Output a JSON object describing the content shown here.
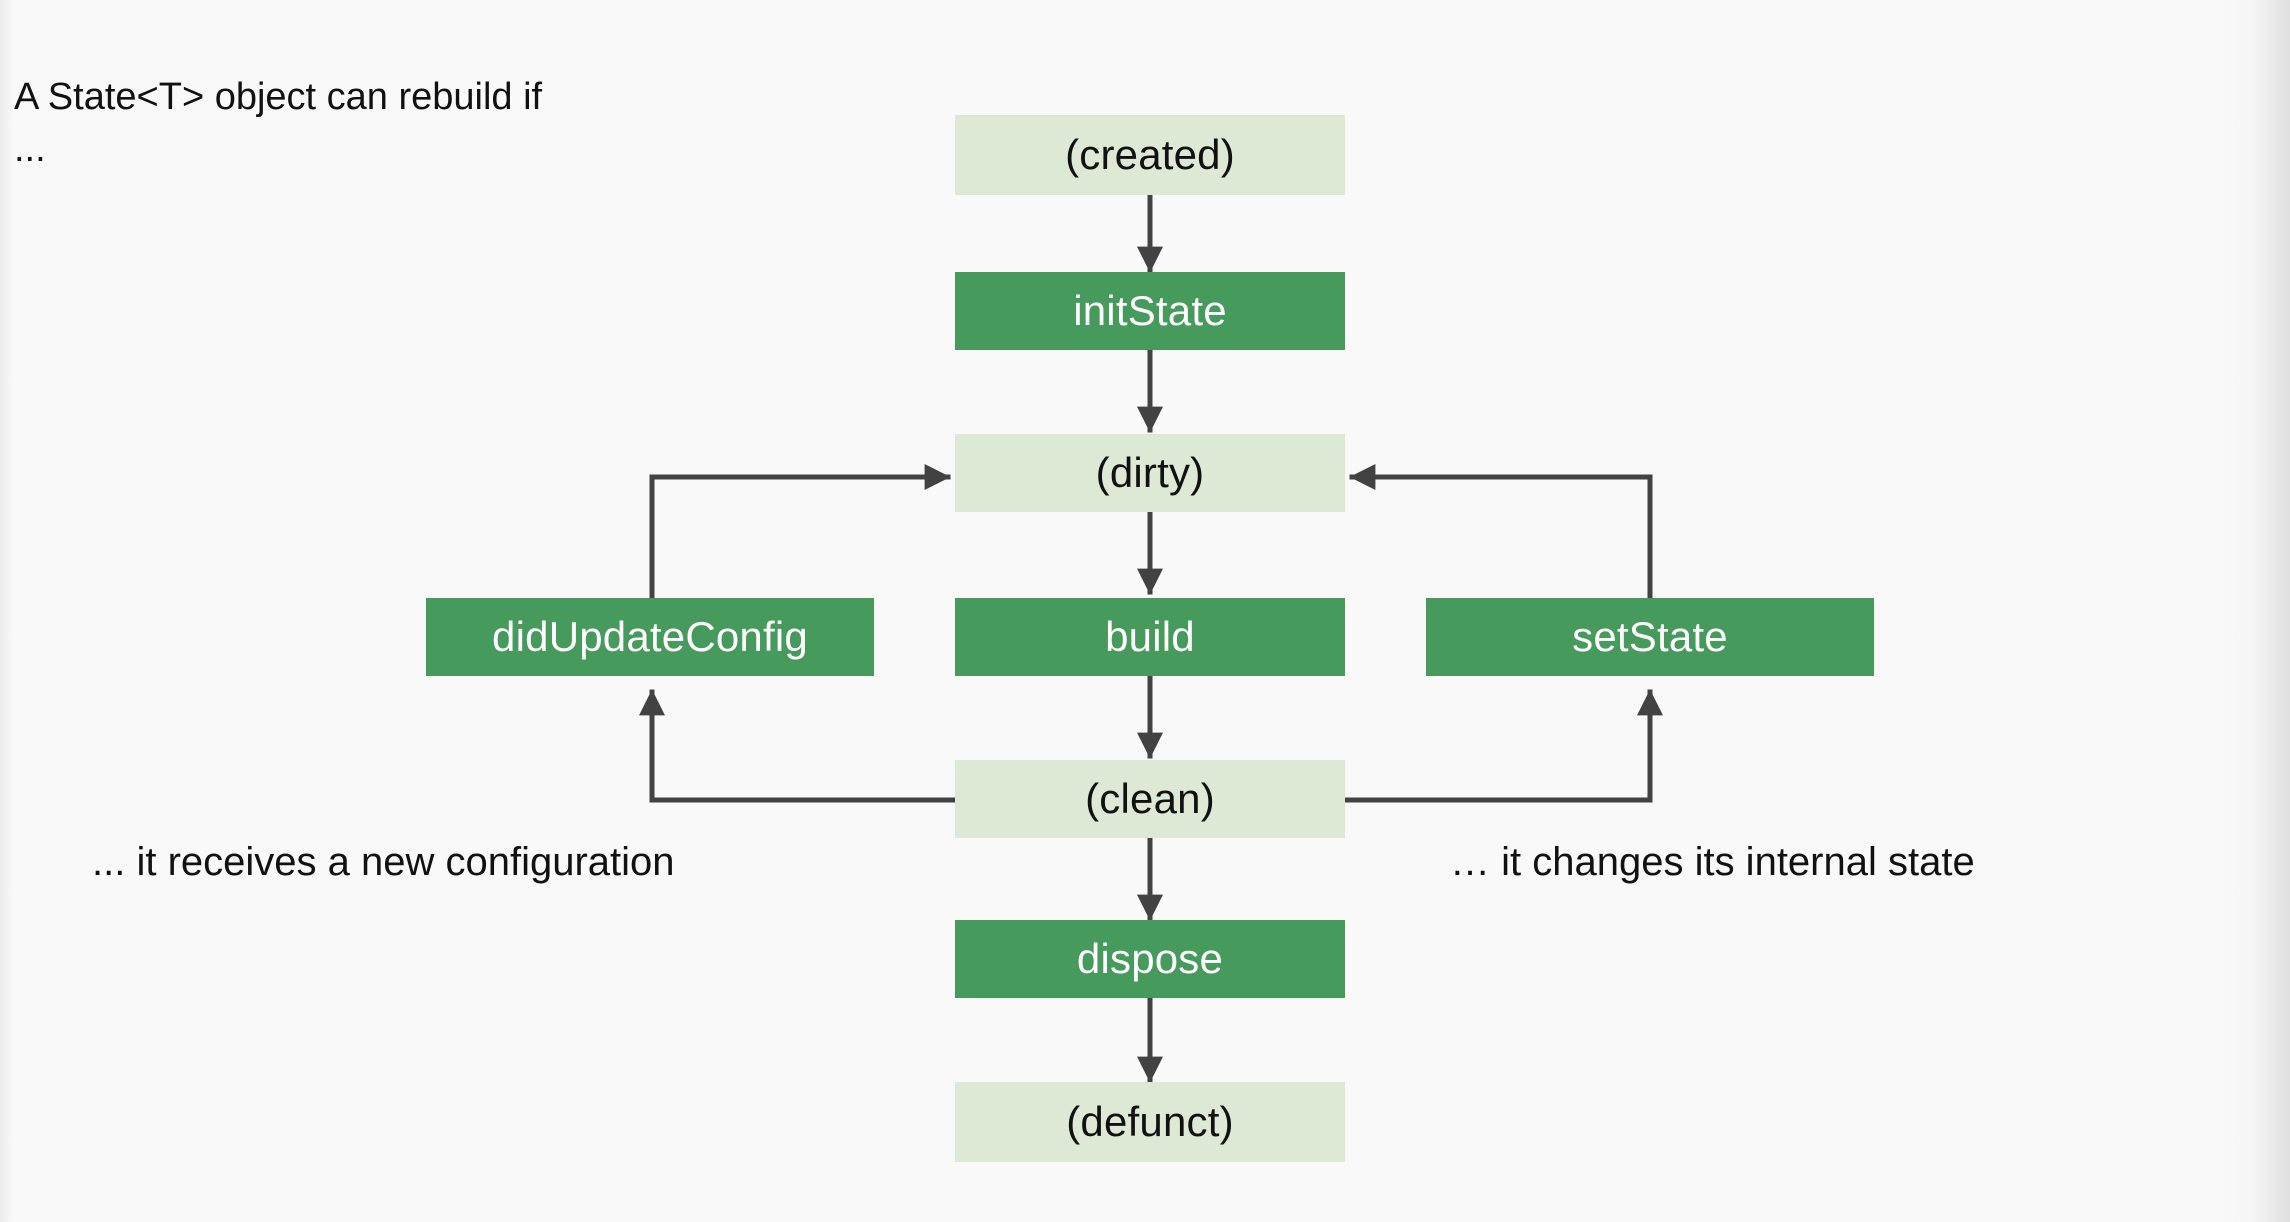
{
  "slide": {
    "background_color": "#f9f9f9",
    "heading_line1": "A State<T> object can rebuild if",
    "heading_line2": "...",
    "caption_left": "... it receives a new configuration",
    "caption_right": "… it changes its internal state"
  },
  "palette": {
    "state_fill": "#dde9d5",
    "state_text": "#111111",
    "method_fill": "#459a5c",
    "method_text": "#ffffff",
    "arrow_color": "#424242"
  },
  "diagram": {
    "type": "state-lifecycle-flowchart",
    "nodes": [
      {
        "id": "created",
        "label": "(created)",
        "kind": "state"
      },
      {
        "id": "initState",
        "label": "initState",
        "kind": "method"
      },
      {
        "id": "dirty",
        "label": "(dirty)",
        "kind": "state"
      },
      {
        "id": "didUpdateConfig",
        "label": "didUpdateConfig",
        "kind": "method"
      },
      {
        "id": "build",
        "label": "build",
        "kind": "method"
      },
      {
        "id": "setState",
        "label": "setState",
        "kind": "method"
      },
      {
        "id": "clean",
        "label": "(clean)",
        "kind": "state"
      },
      {
        "id": "dispose",
        "label": "dispose",
        "kind": "method"
      },
      {
        "id": "defunct",
        "label": "(defunct)",
        "kind": "state"
      }
    ],
    "edges": [
      {
        "from": "created",
        "to": "initState",
        "path": "straight-down"
      },
      {
        "from": "initState",
        "to": "dirty",
        "path": "straight-down"
      },
      {
        "from": "dirty",
        "to": "build",
        "path": "straight-down"
      },
      {
        "from": "build",
        "to": "clean",
        "path": "straight-down"
      },
      {
        "from": "clean",
        "to": "dispose",
        "path": "straight-down"
      },
      {
        "from": "dispose",
        "to": "defunct",
        "path": "straight-down"
      },
      {
        "from": "clean",
        "to": "didUpdateConfig",
        "path": "left-elbow-up"
      },
      {
        "from": "didUpdateConfig",
        "to": "dirty",
        "path": "up-elbow-right"
      },
      {
        "from": "clean",
        "to": "setState",
        "path": "right-elbow-up"
      },
      {
        "from": "setState",
        "to": "dirty",
        "path": "up-elbow-left"
      }
    ]
  }
}
